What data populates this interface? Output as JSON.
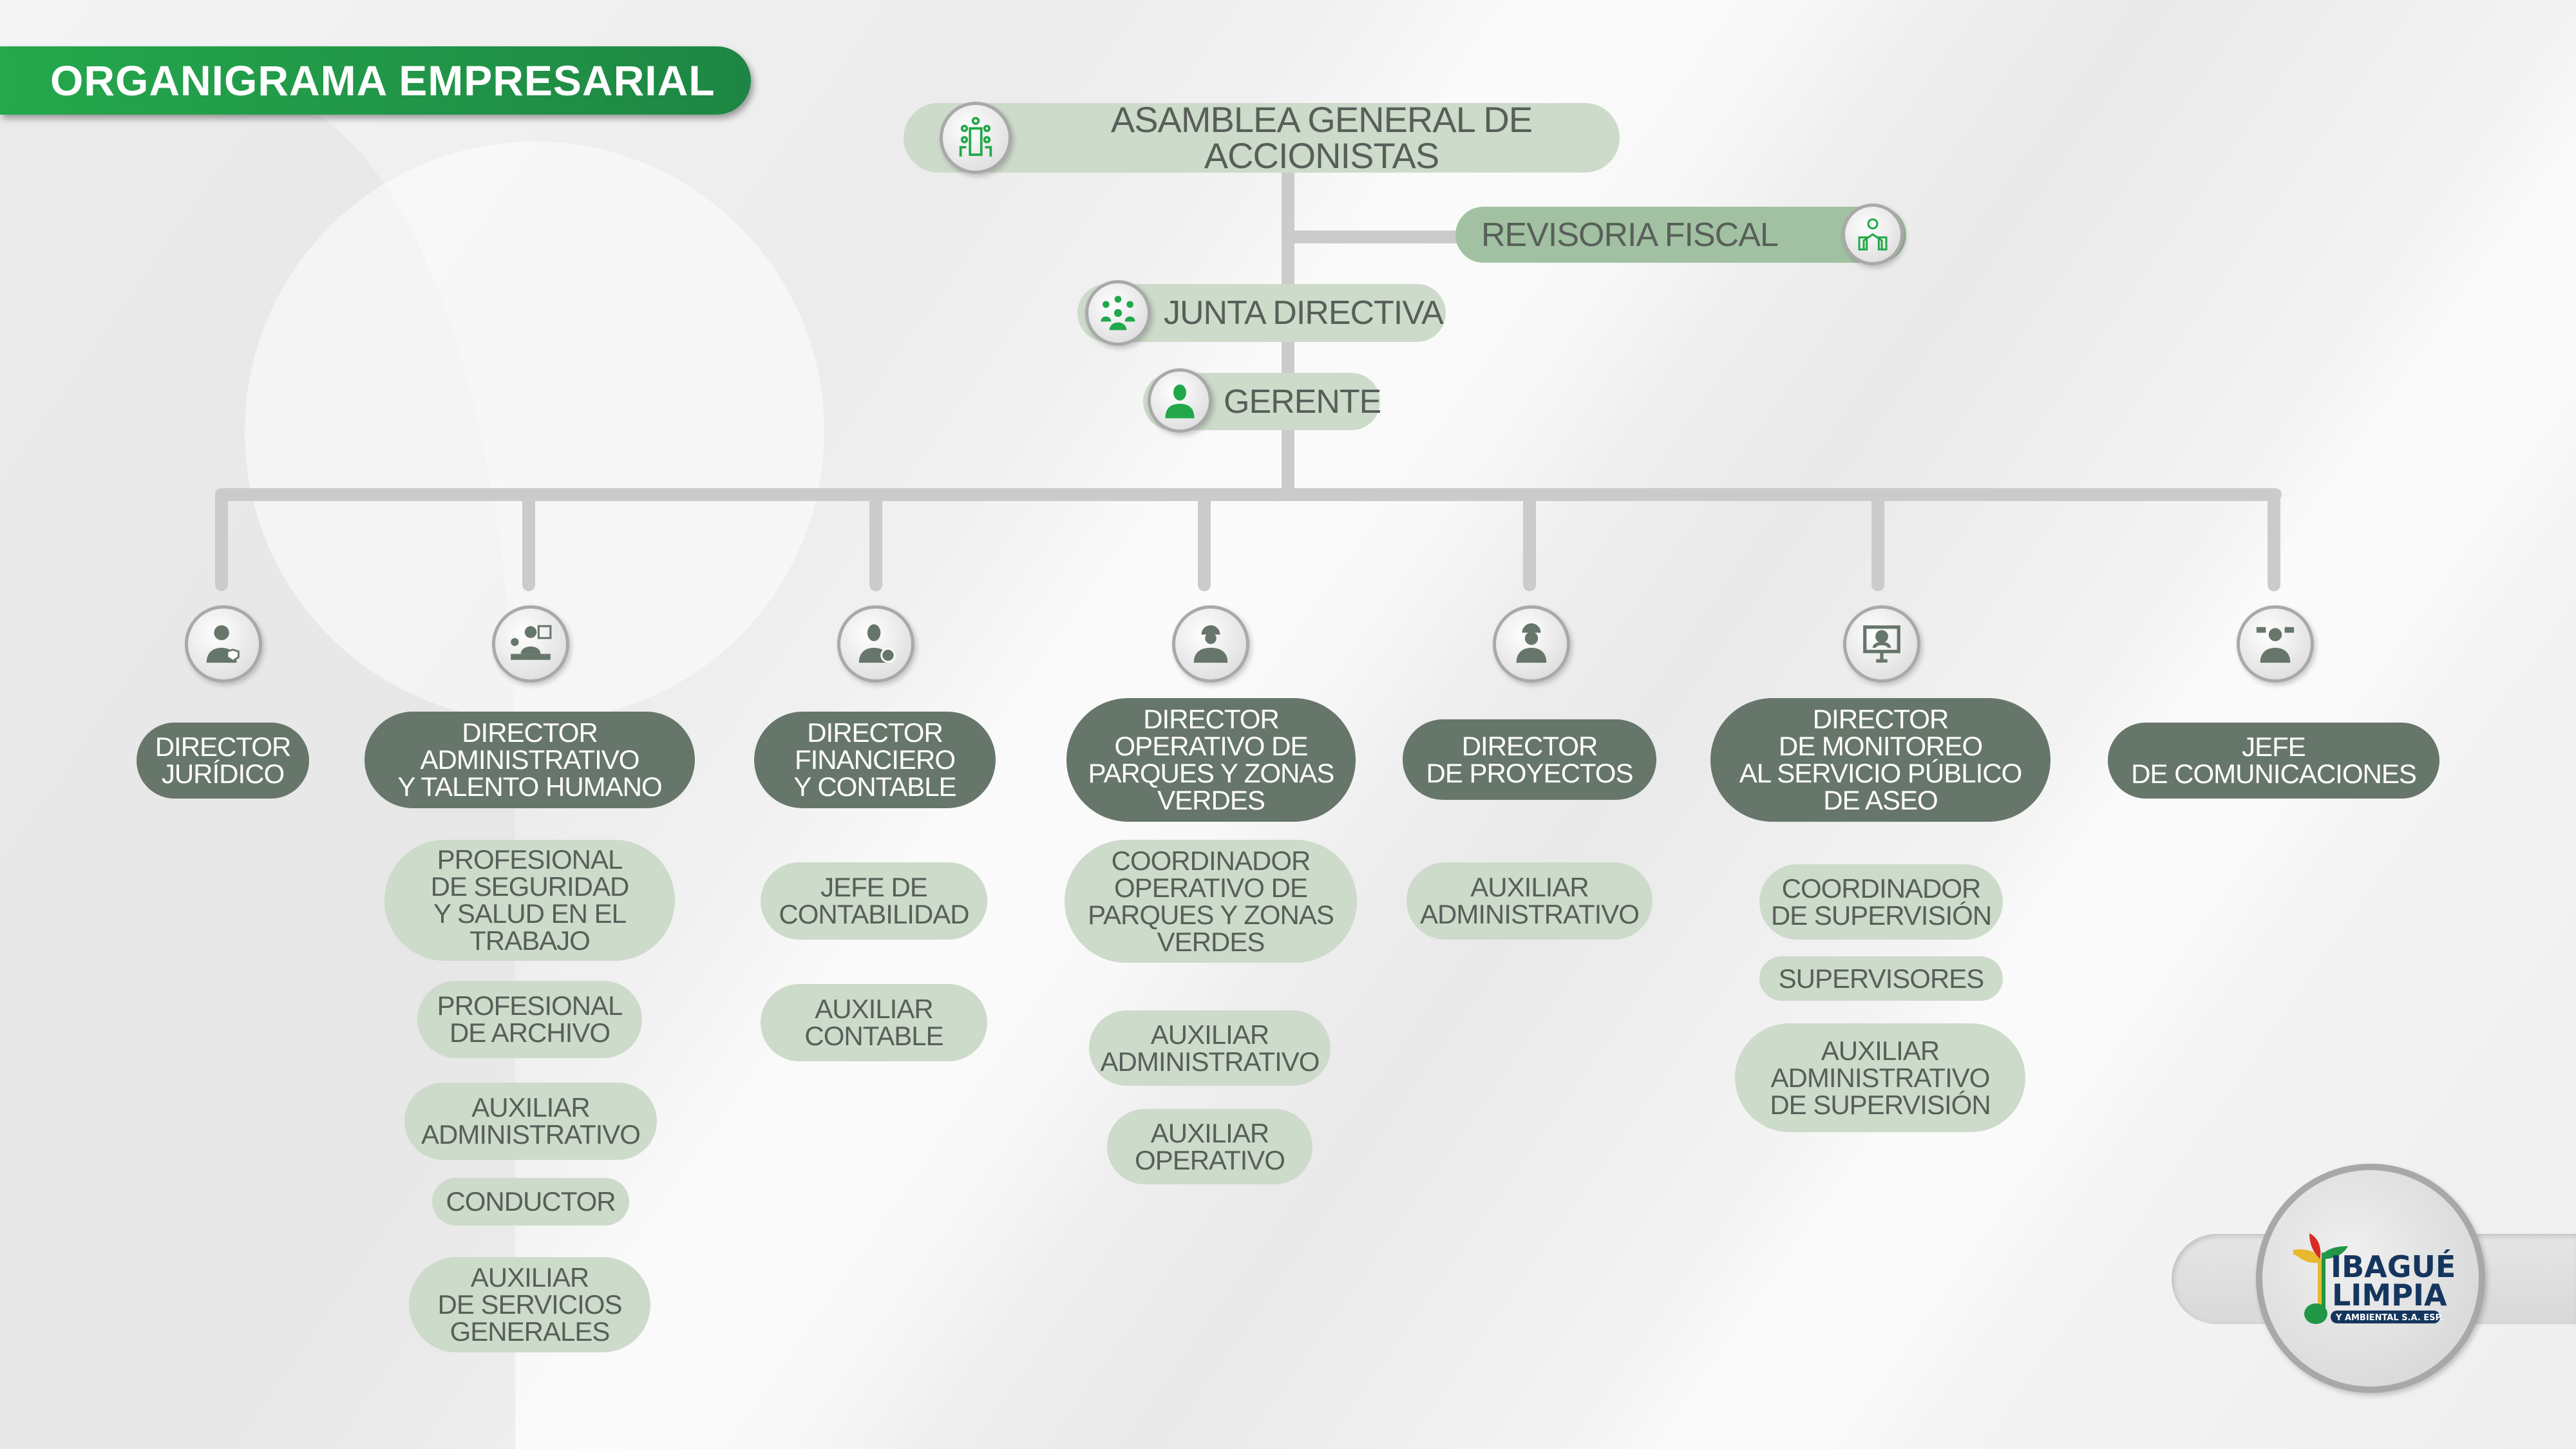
{
  "title": "ORGANIGRAMA EMPRESARIAL",
  "colors": {
    "accent": "#22a84a",
    "dark_node": "#67766a",
    "light_node": "#cddbca",
    "revisoria_node": "#a2c1a2",
    "text": "#585f59"
  },
  "top": {
    "asamblea": "ASAMBLEA GENERAL DE ACCIONISTAS",
    "revisoria": "REVISORIA FISCAL",
    "junta": "JUNTA DIRECTIVA",
    "gerente": "GERENTE"
  },
  "directors": [
    {
      "label": "DIRECTOR\nJURÍDICO",
      "icon": "lawyer-icon",
      "subs": []
    },
    {
      "label": "DIRECTOR\nADMINISTRATIVO\nY TALENTO HUMANO",
      "icon": "admin-desk-icon",
      "subs": [
        "PROFESIONAL\nDE SEGURIDAD\nY SALUD EN EL\nTRABAJO",
        "PROFESIONAL\nDE ARCHIVO",
        "AUXILIAR\nADMINISTRATIVO",
        "CONDUCTOR",
        "AUXILIAR\nDE SERVICIOS\nGENERALES"
      ]
    },
    {
      "label": "DIRECTOR\nFINANCIERO\nY CONTABLE",
      "icon": "finance-person-icon",
      "subs": [
        "JEFE DE\nCONTABILIDAD",
        "AUXILIAR\nCONTABLE"
      ]
    },
    {
      "label": "DIRECTOR\nOPERATIVO DE\nPARQUES Y ZONAS\nVERDES",
      "icon": "worker-helmet-icon",
      "subs": [
        "COORDINADOR\nOPERATIVO DE\nPARQUES Y ZONAS\nVERDES",
        "AUXILIAR\nADMINISTRATIVO",
        "AUXILIAR\nOPERATIVO"
      ]
    },
    {
      "label": "DIRECTOR\nDE PROYECTOS",
      "icon": "engineer-icon",
      "subs": [
        "AUXILIAR\nADMINISTRATIVO"
      ]
    },
    {
      "label": "DIRECTOR\nDE MONITOREO\nAL SERVICIO PÚBLICO\nDE ASEO",
      "icon": "monitor-person-icon",
      "subs": [
        "COORDINADOR\nDE SUPERVISIÓN",
        "SUPERVISORES",
        "AUXILIAR\nADMINISTRATIVO\nDE SUPERVISIÓN"
      ]
    },
    {
      "label": "JEFE\nDE COMUNICACIONES",
      "icon": "communications-icon",
      "subs": []
    }
  ],
  "logo": {
    "line1": "IBAGUÉ",
    "line2": "LIMPIA",
    "line3": "Y AMBIENTAL S.A. ESP."
  }
}
